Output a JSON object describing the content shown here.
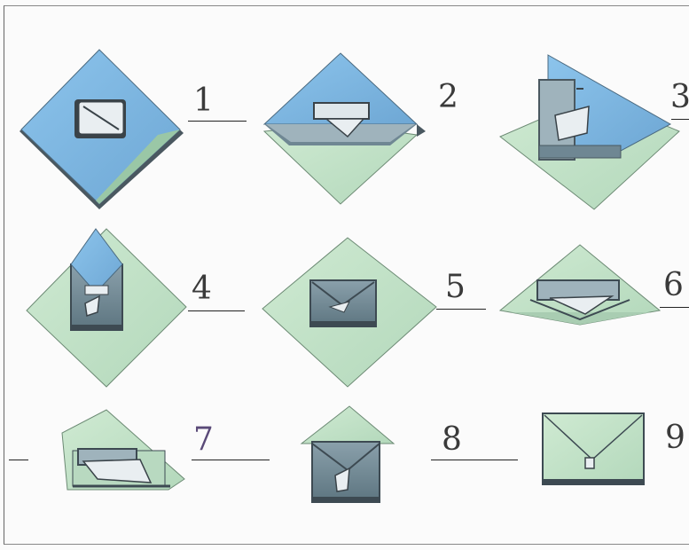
{
  "colors": {
    "paper_blue": "#7fb7e2",
    "paper_green": "#c2e3c7",
    "paper_green_dark": "#a9cdb2",
    "paper_slate": "#6f8793",
    "paper_slate_light": "#9fb3bc",
    "edge_dark": "#3d4a52",
    "shadow": "#5a6a72"
  },
  "steps": [
    {
      "number": "1"
    },
    {
      "number": "2"
    },
    {
      "number": "3"
    },
    {
      "number": "4"
    },
    {
      "number": "5"
    },
    {
      "number": "6"
    },
    {
      "number": "7"
    },
    {
      "number": "8"
    },
    {
      "number": "9"
    }
  ]
}
